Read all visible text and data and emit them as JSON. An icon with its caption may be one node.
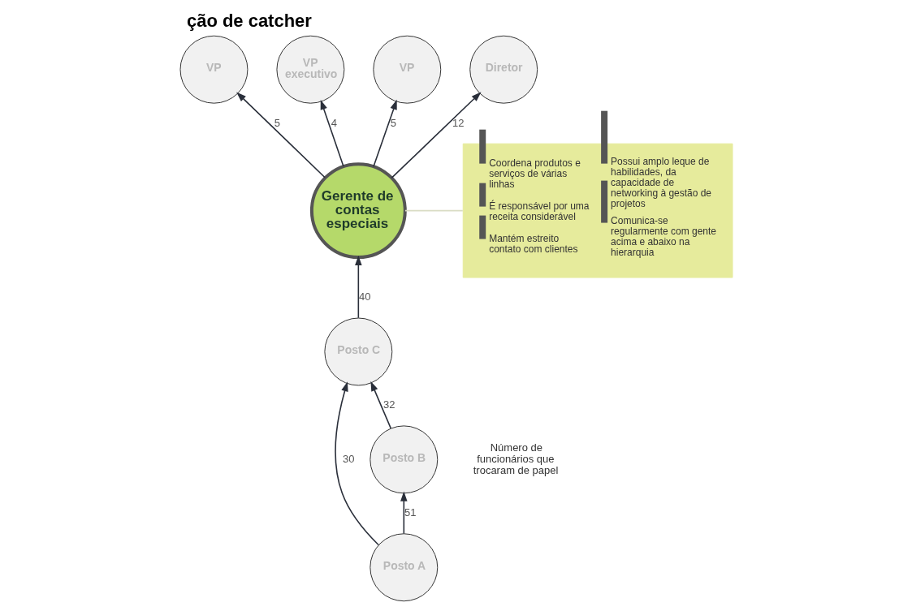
{
  "diagram": {
    "title": "ção de catcher",
    "nodes": [
      {
        "text": [
          "VP"
        ]
      },
      {
        "text": [
          "VP executivo"
        ]
      },
      {
        "text": [
          "VP"
        ]
      },
      {
        "text": [
          "Diretor"
        ]
      },
      {
        "text": [
          "Gerente de contas especiais"
        ]
      },
      {
        "text": [
          "Posto C"
        ]
      },
      {
        "text": [
          "Posto B"
        ]
      },
      {
        "text": [
          "Posto A"
        ]
      },
      {
        "text": [
          "Coordena produtos e serviços de várias linhas",
          "É responsável por uma receita considerável",
          "Mantém estreito contato com clientes",
          "Possui amplo leque de habilidades, da capacidade de networking à gestão de projetos",
          "Comunica-se regularmente com gente acima e abaixo na hierarquia"
        ]
      }
    ],
    "edges": [
      {
        "from": 4,
        "to": 0,
        "arrow": "to",
        "label": "5"
      },
      {
        "from": 4,
        "to": 1,
        "arrow": "to",
        "label": "4"
      },
      {
        "from": 4,
        "to": 3,
        "arrow": "to",
        "label": "12"
      },
      {
        "from": 4,
        "to": 2,
        "arrow": "to",
        "label": "5"
      },
      {
        "from": 5,
        "to": 4,
        "arrow": "to",
        "label": "40"
      },
      {
        "from": 6,
        "to": 5,
        "arrow": "to",
        "label": "32"
      },
      {
        "from": 7,
        "to": 6,
        "arrow": "to",
        "label": "51"
      },
      {
        "from": 7,
        "to": 5,
        "arrow": "to",
        "label": "30"
      },
      {
        "from": 4,
        "to": 8,
        "arrow": "none",
        "color": "#d9dcc4"
      }
    ],
    "labels": [
      "Número de funcionários que trocaram de papel"
    ]
  }
}
